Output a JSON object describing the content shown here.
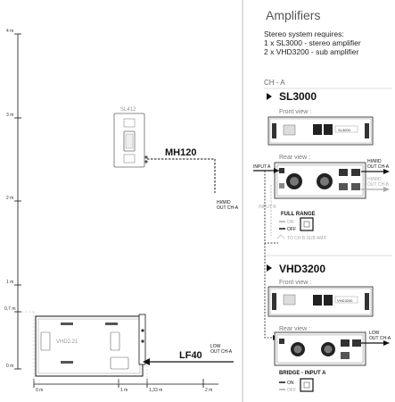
{
  "scale": {
    "vertical": [
      "4 m",
      "3 m",
      "2 m",
      "1 m",
      "0,7 m",
      "0 m"
    ],
    "horizontal": [
      "0 m",
      "1 m",
      "1,33 m",
      "2 m"
    ]
  },
  "speakers": {
    "sl412": "SL412",
    "vhd221": "VHD2.21"
  },
  "cables": {
    "mh120": "MH120",
    "lf40": "LF40",
    "himid_out_line1": "HI/MID",
    "himid_out_line2": "OUT CH-A",
    "low_out_line1": "LOW",
    "low_out_line2": "OUT CH-A"
  },
  "panel": {
    "title": "Amplifiers",
    "intro_line1": "Stereo system requires:",
    "intro_line2": "1 x SL3000 - stereo amplifier",
    "intro_line3": "2 x VHD3200 - sub amplifier",
    "channel": "CH - A"
  },
  "sl3000": {
    "name": "SL3000",
    "front_view": "Front view :",
    "rear_view": "Rear view :",
    "input_a": "INPUT A",
    "input_b": "INPUT B",
    "himid_a_line1": "HI/MID",
    "himid_a_line2": "OUT CH-A",
    "himid_b_line1": "HI/MID",
    "himid_b_line2": "OUT CH-B",
    "full_range": "FULL RANGE",
    "on": "ON",
    "off": "OFF",
    "to_sub": "TO CH B SUB AMP."
  },
  "vhd3200": {
    "name": "VHD3200",
    "front_view": "Front view :",
    "rear_view": "Rear view :",
    "low_out_line1": "LOW",
    "low_out_line2": "OUT CH-A",
    "bridge": "BRIDGE - INPUT A",
    "on": "ON",
    "off": "OFF"
  },
  "colors": {
    "line": "#111111",
    "muted": "#aaaaaa",
    "panel_title": "#555555"
  }
}
